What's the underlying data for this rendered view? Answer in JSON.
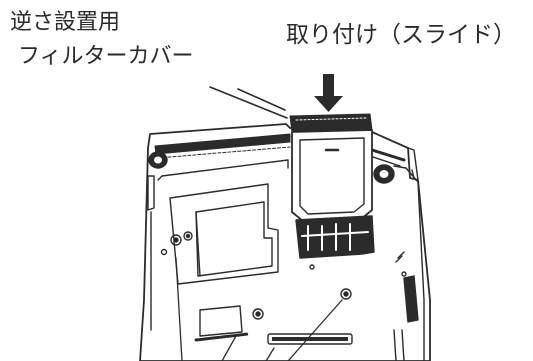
{
  "annotations": {
    "cover_label_line1": "逆さ設置用",
    "cover_label_line2": "フィルターカバー",
    "slide_label": "取り付け（スライド）"
  },
  "colors": {
    "ink": "#2b2b2b",
    "background": "#ffffff"
  }
}
